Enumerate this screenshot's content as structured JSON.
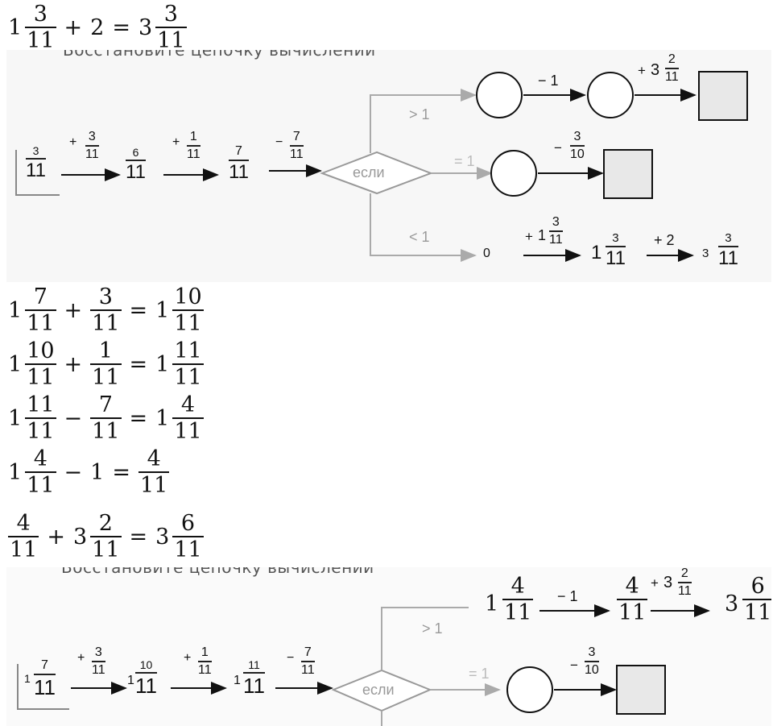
{
  "top_eq": {
    "a_whole": "1",
    "a_num": "3",
    "a_den": "11",
    "op": "+",
    "b": "2",
    "eq": "=",
    "r_whole": "3",
    "r_num": "3",
    "r_den": "11"
  },
  "title": "Восстановите цепочку вычислений",
  "d1": {
    "start": {
      "num": "3",
      "den": "11"
    },
    "op1": {
      "sign": "+",
      "num": "3",
      "den": "11"
    },
    "v1": {
      "num": "6",
      "den": "11"
    },
    "op2": {
      "sign": "+",
      "num": "1",
      "den": "11"
    },
    "v2": {
      "num": "7",
      "den": "11"
    },
    "op3": {
      "sign": "−",
      "num": "7",
      "den": "11"
    },
    "cond": "если",
    "gt": "> 1",
    "eqc": "= 1",
    "lt": "< 1",
    "gt_op1": "− 1",
    "gt_op2": {
      "sign": "+",
      "whole": "3",
      "num": "2",
      "den": "11"
    },
    "eq_op": {
      "sign": "−",
      "num": "3",
      "den": "10"
    },
    "lt_val": "0",
    "lt_op1": {
      "sign": "+",
      "whole": "1",
      "num": "3",
      "den": "11"
    },
    "lt_v1": {
      "whole": "1",
      "num": "3",
      "den": "11"
    },
    "lt_op2": "+ 2",
    "lt_v2": {
      "whole": "3",
      "num": "3",
      "den": "11"
    }
  },
  "calc": [
    {
      "a_whole": "1",
      "a_num": "7",
      "a_den": "11",
      "op": "+",
      "b_num": "3",
      "b_den": "11",
      "eq": "=",
      "r_whole": "1",
      "r_num": "10",
      "r_den": "11"
    },
    {
      "a_whole": "1",
      "a_num": "10",
      "a_den": "11",
      "op": "+",
      "b_num": "1",
      "b_den": "11",
      "eq": "=",
      "r_whole": "1",
      "r_num": "11",
      "r_den": "11"
    },
    {
      "a_whole": "1",
      "a_num": "11",
      "a_den": "11",
      "op": "−",
      "b_num": "7",
      "b_den": "11",
      "eq": "=",
      "r_whole": "1",
      "r_num": "4",
      "r_den": "11"
    }
  ],
  "calc4": {
    "a_whole": "1",
    "a_num": "4",
    "a_den": "11",
    "op": "−",
    "b": "1",
    "eq": "=",
    "r_num": "4",
    "r_den": "11"
  },
  "calc5": {
    "a_num": "4",
    "a_den": "11",
    "op": "+",
    "b_whole": "3",
    "b_num": "2",
    "b_den": "11",
    "eq": "=",
    "r_whole": "3",
    "r_num": "6",
    "r_den": "11"
  },
  "d2": {
    "start": {
      "whole": "1",
      "num": "7",
      "den": "11"
    },
    "op1": {
      "sign": "+",
      "num": "3",
      "den": "11"
    },
    "v1": {
      "whole": "1",
      "num": "10",
      "den": "11"
    },
    "op2": {
      "sign": "+",
      "num": "1",
      "den": "11"
    },
    "v2": {
      "whole": "1",
      "num": "11",
      "den": "11"
    },
    "op3": {
      "sign": "−",
      "num": "7",
      "den": "11"
    },
    "cond": "если",
    "gt": "> 1",
    "eqc": "= 1",
    "gt_v0": {
      "whole": "1",
      "num": "4",
      "den": "11"
    },
    "gt_op1": "− 1",
    "gt_v1": {
      "num": "4",
      "den": "11"
    },
    "gt_op2": {
      "sign": "+",
      "whole": "3",
      "num": "2",
      "den": "11"
    },
    "gt_v2": {
      "whole": "3",
      "num": "6",
      "den": "11"
    },
    "eq_op": {
      "sign": "−",
      "num": "3",
      "den": "10"
    }
  }
}
